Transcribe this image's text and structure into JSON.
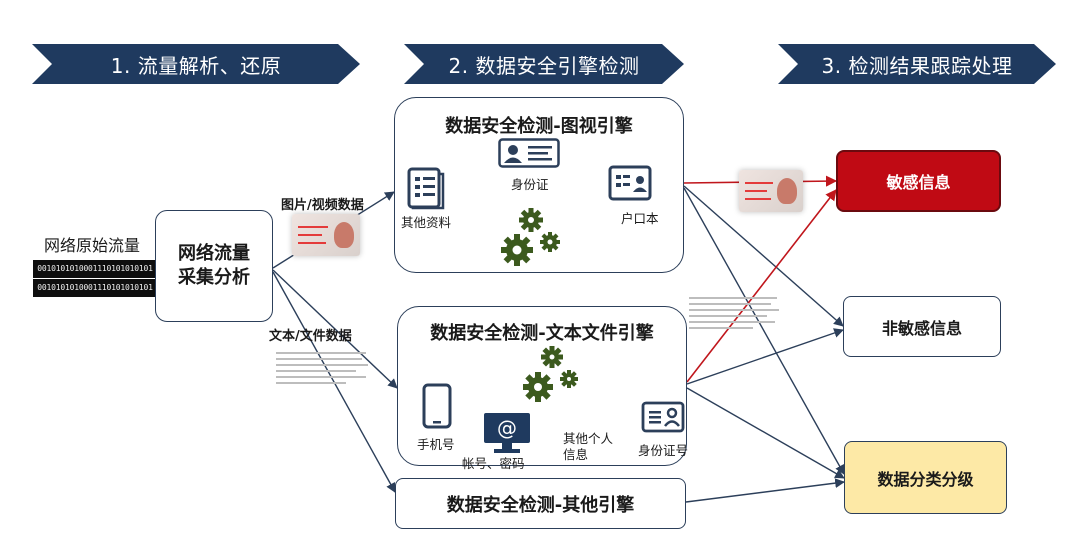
{
  "stages": [
    {
      "label": "1. 流量解析、还原"
    },
    {
      "label": "2. 数据安全引擎检测"
    },
    {
      "label": "3. 检测结果跟踪处理"
    }
  ],
  "source": {
    "raw_traffic": "网络原始流量",
    "binary_line": "0010101010001110101010101"
  },
  "collector": {
    "line1": "网络流量",
    "line2": "采集分析"
  },
  "edge_labels": {
    "image_video": "图片/视频数据",
    "text_file": "文本/文件数据"
  },
  "engines": {
    "image": {
      "title": "数据安全检测-图视引擎",
      "items": {
        "other_docs": "其他资料",
        "id_card": "身份证",
        "household": "户口本"
      }
    },
    "text": {
      "title": "数据安全检测-文本文件引擎",
      "items": {
        "phone": "手机号",
        "account": "帐号、密码",
        "other_personal_line1": "其他个人",
        "other_personal_line2": "信息",
        "id_number": "身份证号"
      }
    },
    "other": {
      "title": "数据安全检测-其他引擎"
    }
  },
  "results": {
    "sensitive": "敏感信息",
    "non_sensitive": "非敏感信息",
    "classification": "数据分类分级"
  },
  "colors": {
    "banner": "#1f3a5f",
    "sensitive": "#c00a14",
    "classification": "#fde9a6",
    "gear": "#3c5a1e",
    "arrow": "#2c3f5a",
    "alert_arrow": "#c0161c"
  },
  "icons": [
    "document-icon",
    "id-card-icon",
    "household-register-icon",
    "gear-icon",
    "mobile-phone-icon",
    "computer-at-icon",
    "id-number-card-icon"
  ]
}
